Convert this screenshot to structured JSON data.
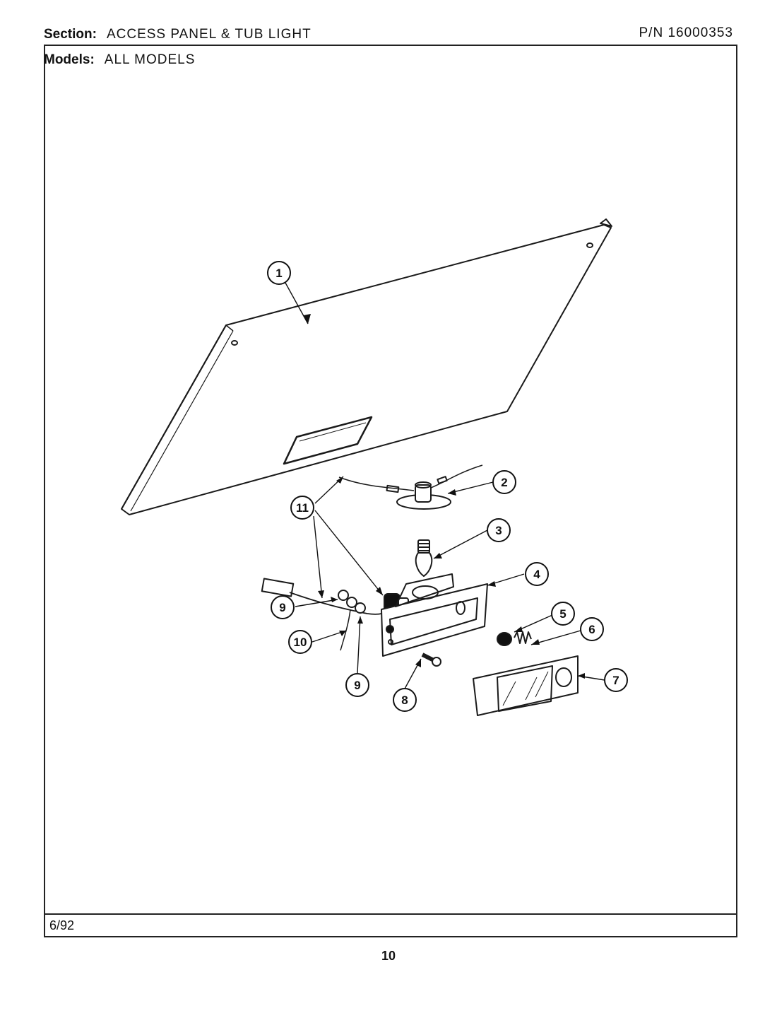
{
  "header": {
    "section_label": "Section:",
    "section_value": "ACCESS PANEL & TUB LIGHT",
    "part_number": "P/N 16000353",
    "models_label": "Models:",
    "models_value": "ALL MODELS"
  },
  "footer": {
    "date": "6/92",
    "page_number": "10"
  },
  "callouts": [
    "1",
    "2",
    "3",
    "4",
    "5",
    "6",
    "7",
    "8",
    "9",
    "10",
    "11",
    "9"
  ]
}
